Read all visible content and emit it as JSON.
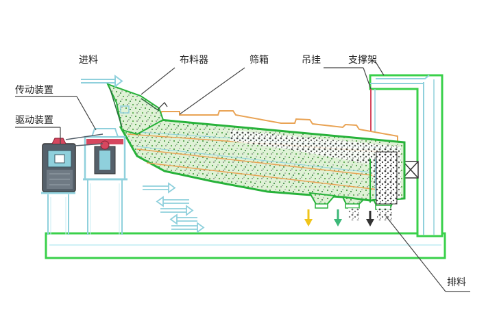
{
  "labels": {
    "feed": "进料",
    "distributor": "布料器",
    "screen_box": "筛箱",
    "hanger": "吊挂",
    "support_frame": "支撑架",
    "transmission": "传动装置",
    "drive": "驱动装置",
    "discharge": "排料"
  },
  "colors": {
    "frame_green": "#39d04a",
    "screen_box_green": "#27b23a",
    "material_fill": "#dff2d6",
    "cover_orange": "#e9a354",
    "machine_blue": "#8fd0dc",
    "machine_red": "#d6475f",
    "drive_dark": "#55606a",
    "arrow_yellow": "#f0c419",
    "arrow_green": "#3cb878",
    "arrow_dark": "#333333",
    "leader_line": "#444444"
  }
}
